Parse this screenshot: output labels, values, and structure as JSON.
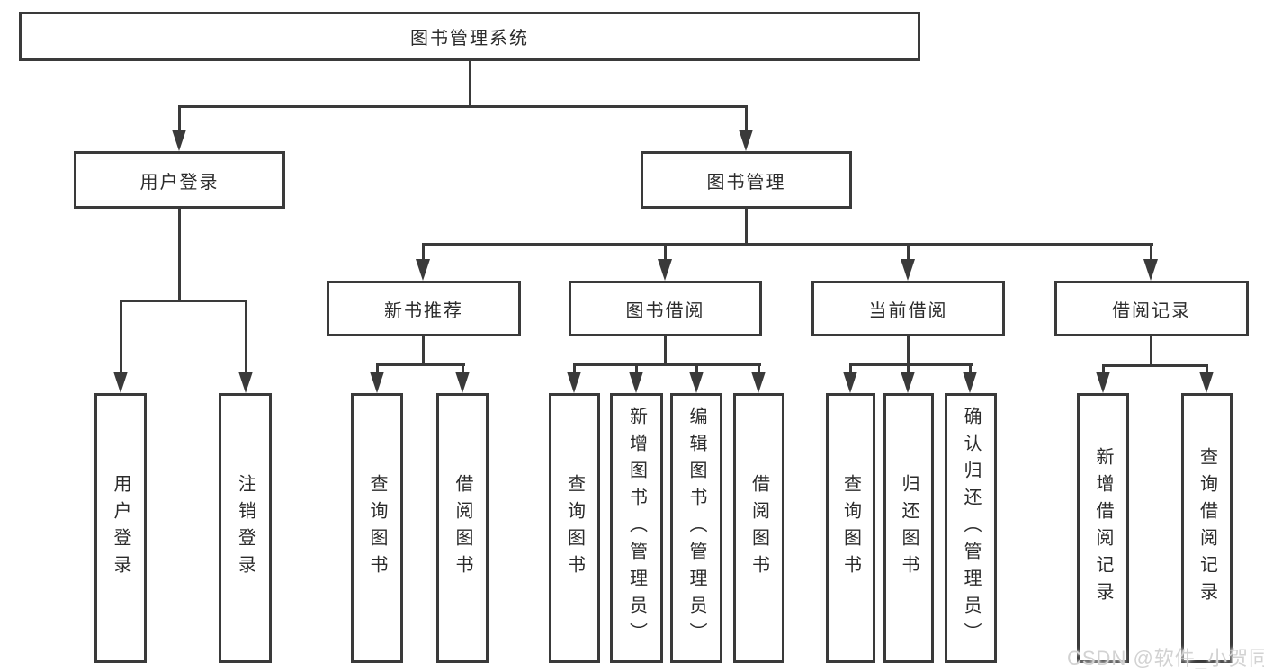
{
  "diagram": {
    "tree": {
      "label": "图书管理系统",
      "children": [
        {
          "label": "用户登录",
          "children": [
            {
              "label": "用户登录"
            },
            {
              "label": "注销登录"
            }
          ]
        },
        {
          "label": "图书管理",
          "children": [
            {
              "label": "新书推荐",
              "children": [
                {
                  "label": "查询图书"
                },
                {
                  "label": "借阅图书"
                }
              ]
            },
            {
              "label": "图书借阅",
              "children": [
                {
                  "label": "查询图书"
                },
                {
                  "label": "新增图书（管理员）"
                },
                {
                  "label": "编辑图书（管理员）"
                },
                {
                  "label": "借阅图书"
                }
              ]
            },
            {
              "label": "当前借阅",
              "children": [
                {
                  "label": "查询图书"
                },
                {
                  "label": "归还图书"
                },
                {
                  "label": "确认归还（管理员）"
                }
              ]
            },
            {
              "label": "借阅记录",
              "children": [
                {
                  "label": "新增借阅记录"
                },
                {
                  "label": "查询借阅记录"
                }
              ]
            }
          ]
        }
      ]
    },
    "watermark": {
      "text": "CSDN @软件_小贺同学"
    },
    "colors": {
      "line": "#3a3a3a",
      "text": "#2b2b2b",
      "background": "#ffffff",
      "watermark": "#d2d2d2"
    }
  }
}
